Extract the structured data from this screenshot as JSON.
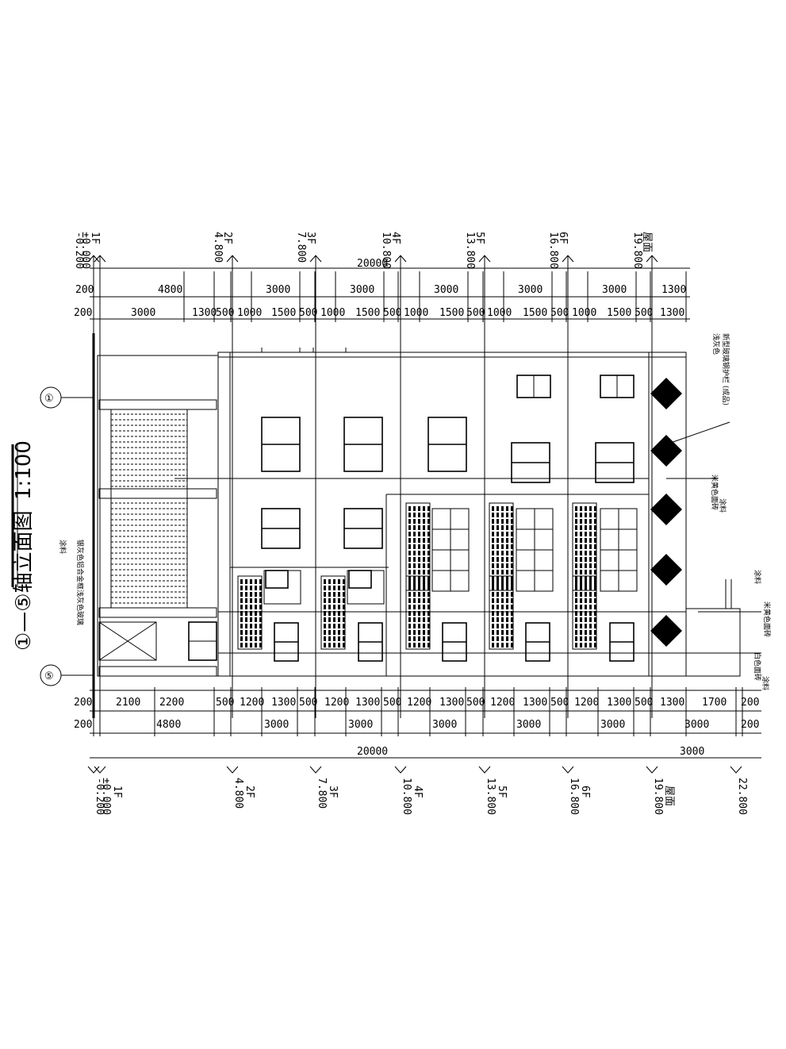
{
  "title": {
    "main": "①—⑤轴立面图",
    "scale": "1:100"
  },
  "axes": {
    "top": "①",
    "bottom": "⑤"
  },
  "levels_top": [
    {
      "floor": "",
      "elev": "-0.200"
    },
    {
      "floor": "1F",
      "elev": "±0.000"
    },
    {
      "floor": "2F",
      "elev": "4.800"
    },
    {
      "floor": "3F",
      "elev": "7.800"
    },
    {
      "floor": "4F",
      "elev": "10.800"
    },
    {
      "floor": "5F",
      "elev": "13.800"
    },
    {
      "floor": "6F",
      "elev": "16.800"
    },
    {
      "floor": "屋面",
      "elev": "19.800"
    }
  ],
  "levels_bottom": [
    {
      "floor": "",
      "elev": "-0.200"
    },
    {
      "floor": "1F",
      "elev": "±0.000"
    },
    {
      "floor": "2F",
      "elev": "4.800"
    },
    {
      "floor": "3F",
      "elev": "7.800"
    },
    {
      "floor": "4F",
      "elev": "10.800"
    },
    {
      "floor": "5F",
      "elev": "13.800"
    },
    {
      "floor": "6F",
      "elev": "16.800"
    },
    {
      "floor": "屋面",
      "elev": "19.800"
    },
    {
      "floor": "",
      "elev": "22.800"
    }
  ],
  "dims": {
    "top_total": "20000",
    "top_row1": [
      "200",
      "4800",
      "3000",
      "3000",
      "3000",
      "3000",
      "3000",
      "1300"
    ],
    "top_row2": [
      "200",
      "3000",
      "1300",
      "500",
      "1000",
      "1500",
      "500",
      "1000",
      "1500",
      "500",
      "1000",
      "1500",
      "500",
      "1000",
      "1500",
      "500",
      "1000",
      "1500",
      "500",
      "1300"
    ],
    "bottom_row1": [
      "200",
      "2100",
      "2200",
      "500",
      "1200",
      "1300",
      "500",
      "1200",
      "1300",
      "500",
      "1200",
      "1300",
      "500",
      "1200",
      "1300",
      "500",
      "1200",
      "1300",
      "500",
      "1300",
      "1700",
      "200"
    ],
    "bottom_row2": [
      "200",
      "4800",
      "3000",
      "3000",
      "3000",
      "3000",
      "3000",
      "3000",
      "200"
    ],
    "bottom_total": [
      "20000",
      "3000"
    ]
  },
  "notes": {
    "roof_a": "新型玻璃钢护栏 (成品)",
    "roof_b": "浅灰色",
    "wall_a": "米黄色面砖",
    "wall_b": "涂料",
    "parapet_a": "米黄色面砖",
    "parapet_b": "涂料",
    "base_a": "白色面砖",
    "base_b": "涂料",
    "left_a": "银灰色铝合金框浅灰色玻璃",
    "left_b": "涂料"
  },
  "colors": {
    "line": "#000000",
    "background": "#ffffff"
  }
}
